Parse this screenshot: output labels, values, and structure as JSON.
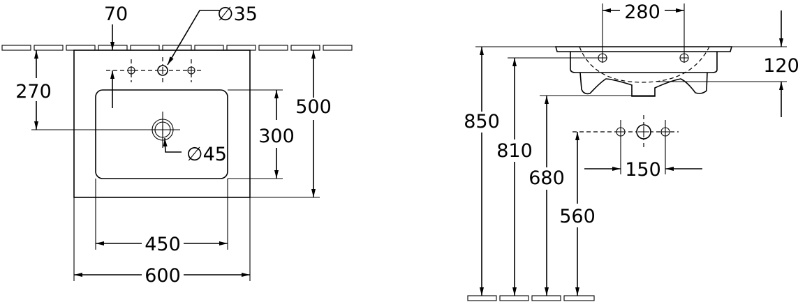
{
  "top_view": {
    "dim_hole_offset": "70",
    "dim_tap_hole": "∅35",
    "dim_back_to_drain": "270",
    "dim_waste": "∅45",
    "dim_bowl_depth": "300",
    "dim_total_depth": "500",
    "dim_bowl_width": "450",
    "dim_total_width": "600"
  },
  "side_view": {
    "dim_hole_spacing": "280",
    "dim_basin_height": "120",
    "dim_top_height": "850",
    "dim_hole_height": "810",
    "dim_bottom_height": "680",
    "dim_supply_height": "560",
    "dim_supply_spacing": "150"
  }
}
